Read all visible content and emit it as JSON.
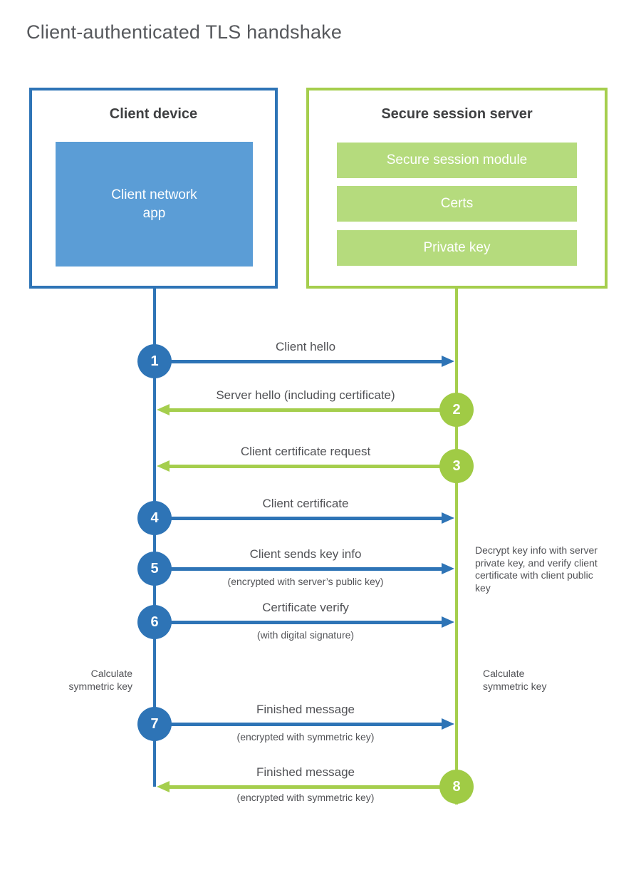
{
  "title": "Client-authenticated TLS handshake",
  "colors": {
    "client_accent": "#2e74b6",
    "client_fill": "#5b9dd6",
    "server_accent": "#a5ce4d",
    "server_fill": "#b5db7d",
    "label_text": "#515256"
  },
  "client": {
    "title": "Client device",
    "app_label": "Client network\napp"
  },
  "server": {
    "title": "Secure session server",
    "modules": {
      "0": "Secure session module",
      "1": "Certs",
      "2": "Private key"
    }
  },
  "messages": [
    {
      "step": "1",
      "label": "Client hello",
      "sub": "",
      "from": "client",
      "to": "server"
    },
    {
      "step": "2",
      "label": "Server hello (including certificate)",
      "sub": "",
      "from": "server",
      "to": "client"
    },
    {
      "step": "3",
      "label": "Client certificate request",
      "sub": "",
      "from": "server",
      "to": "client"
    },
    {
      "step": "4",
      "label": "Client certificate",
      "sub": "",
      "from": "client",
      "to": "server"
    },
    {
      "step": "5",
      "label": "Client sends key info",
      "sub": "(encrypted with server’s public key)",
      "from": "client",
      "to": "server"
    },
    {
      "step": "6",
      "label": "Certificate verify",
      "sub": "(with digital signature)",
      "from": "client",
      "to": "server"
    },
    {
      "step": "7",
      "label": "Finished message",
      "sub": "(encrypted with symmetric key)",
      "from": "client",
      "to": "server"
    },
    {
      "step": "8",
      "label": "Finished message",
      "sub": "(encrypted with symmetric key)",
      "from": "server",
      "to": "client"
    }
  ],
  "notes": {
    "decrypt": "Decrypt key info with server private key, and verify client certificate with client public key",
    "calc_left": "Calculate\nsymmetric key",
    "calc_right": "Calculate\nsymmetric key"
  }
}
